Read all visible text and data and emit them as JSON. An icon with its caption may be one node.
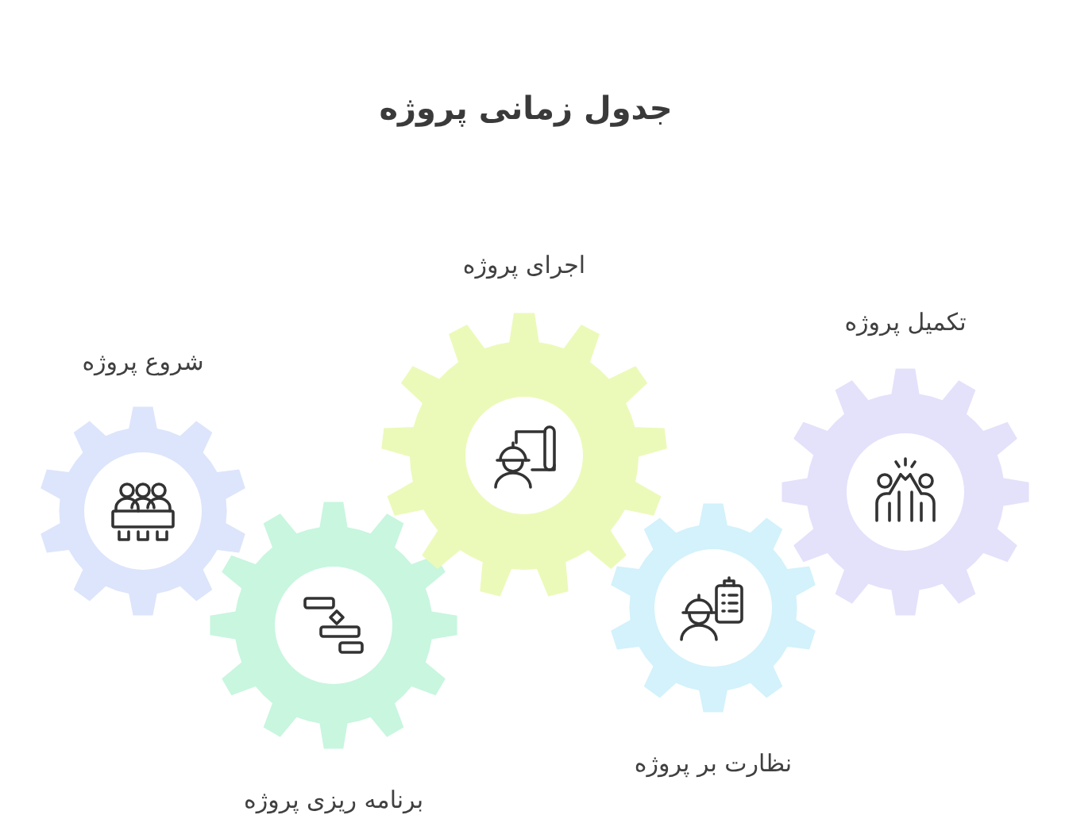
{
  "diagram": {
    "title": "جدول زمانی پروژه",
    "nodes": [
      {
        "text": [
          "شروع پروژه"
        ]
      },
      {
        "text": [
          "برنامه ریزی پروژه"
        ]
      },
      {
        "text": [
          "اجرای پروژه"
        ]
      },
      {
        "text": [
          "نظارت بر پروژه"
        ]
      },
      {
        "text": [
          "تکمیل پروژه"
        ]
      }
    ]
  }
}
